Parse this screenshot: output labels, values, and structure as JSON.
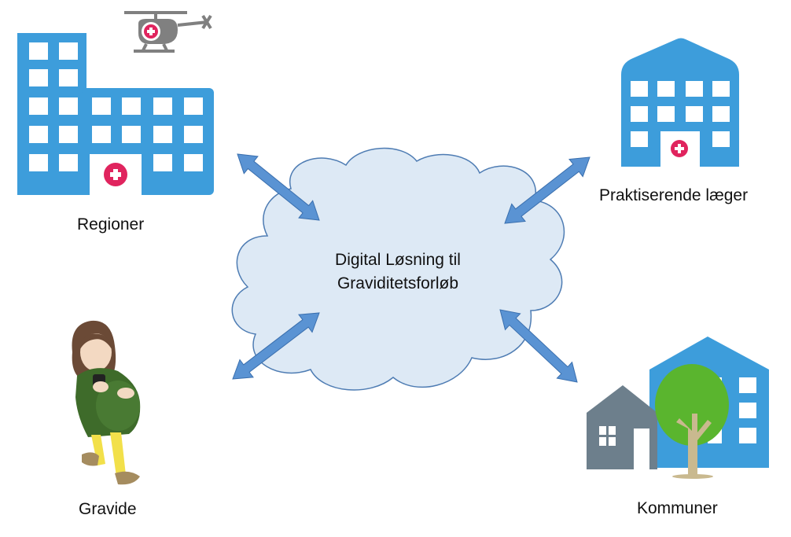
{
  "center": {
    "line1": "Digital Løsning til",
    "line2": "Graviditetsforløb"
  },
  "nodes": {
    "regioner": "Regioner",
    "praktiserende": "Praktiserende læger",
    "gravide": "Gravide",
    "kommuner": "Kommuner"
  },
  "colors": {
    "building_blue": "#3d9ddb",
    "window": "#ffffff",
    "cross": "#e0245e",
    "heli": "#808080",
    "cloud_fill": "#dde9f5",
    "cloud_stroke": "#4e7cb3",
    "arrow": "#5a93d3",
    "arrow_stroke": "#3a6fae",
    "house": "#6d7f8c",
    "tree": "#5ab52e",
    "trunk": "#c9b98f",
    "jacket": "#3e6b2a",
    "pants": "#f2e04a",
    "hair": "#6b4a36"
  }
}
